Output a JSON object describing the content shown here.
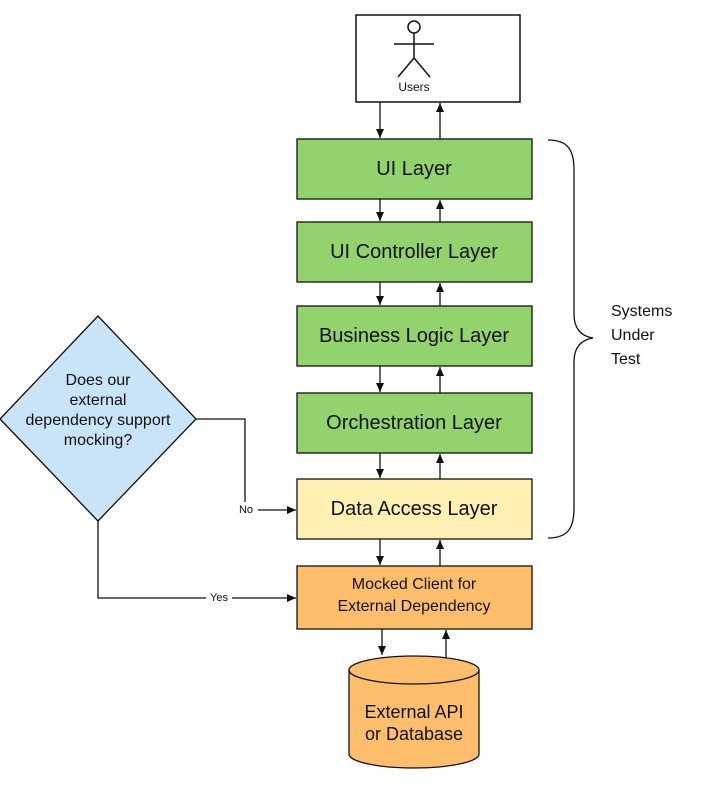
{
  "diagram": {
    "users": {
      "label": "Users",
      "icon": "stick-figure-user-icon"
    },
    "layers": [
      {
        "label": "UI Layer",
        "fill": "#92d36e"
      },
      {
        "label": "UI Controller Layer",
        "fill": "#92d36e"
      },
      {
        "label": "Business Logic Layer",
        "fill": "#92d36e"
      },
      {
        "label": "Orchestration Layer",
        "fill": "#92d36e"
      },
      {
        "label": "Data Access Layer",
        "fill": "#fff0b3"
      }
    ],
    "mocked_client": {
      "line1": "Mocked Client for",
      "line2": "External Dependency",
      "fill": "#ffbe6b"
    },
    "database": {
      "line1": "External API",
      "line2": "or Database",
      "fill": "#ffbe6b"
    },
    "decision": {
      "line1": "Does our",
      "line2": "external",
      "line3": "dependency support",
      "line4": "mocking?",
      "fill": "#c9e4f6"
    },
    "edge_labels": {
      "no": "No",
      "yes": "Yes"
    },
    "bracket": {
      "line1": "Systems",
      "line2": "Under",
      "line3": "Test"
    }
  }
}
